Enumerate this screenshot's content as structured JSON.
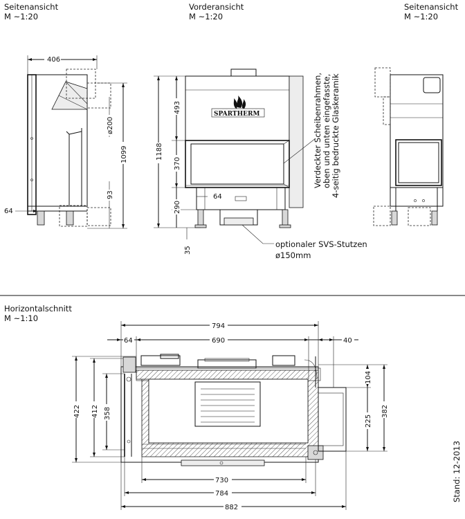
{
  "views": {
    "side_left": {
      "title": "Seitenansicht",
      "scale": "M  ~1:20"
    },
    "front": {
      "title": "Vorderansicht",
      "scale": "M  ~1:20"
    },
    "side_right": {
      "title": "Seitenansicht",
      "scale": "M  ~1:20"
    },
    "horizontal": {
      "title": "Horizontalschnitt",
      "scale": "M  ~1:10"
    }
  },
  "brand": {
    "logo_text": "SPARTHERM"
  },
  "dims": {
    "side_depth": "406",
    "side_height": "1099",
    "flue_diameter": "ø200",
    "side_low": "93",
    "side_foot": "64",
    "front_top": "493",
    "front_total": "1188",
    "front_glass": "370",
    "front_64": "64",
    "front_base": "290",
    "front_foot": "35",
    "h_total_width": "794",
    "h_inner_width": "690",
    "h_left": "64",
    "h_right": "40",
    "h_depth_422": "422",
    "h_depth_412": "412",
    "h_depth_358": "358",
    "h_right_104": "104",
    "h_right_225": "225",
    "h_right_382": "382",
    "h_bottom_730": "730",
    "h_bottom_784": "784",
    "h_bottom_882": "882"
  },
  "annotations": {
    "glass_frame_lines": [
      "Verdeckter Scheibenrahmen,",
      "oben und unten eingefasste,",
      "4-seitig bedruckte Glaskeramik"
    ],
    "svs_line1": "optionaler SVS-Stutzen",
    "svs_line2": "ø150mm",
    "stand": "Stand:  12-2013"
  }
}
